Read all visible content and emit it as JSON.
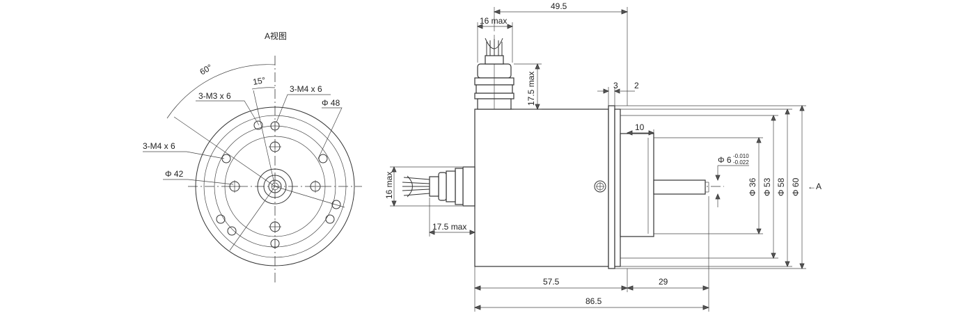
{
  "colors": {
    "line": "#333333",
    "background": "#ffffff"
  },
  "left_view": {
    "title": "A视图",
    "angle_60": "60°",
    "angle_15": "15°",
    "label_m3": "3-M3 x 6",
    "label_m4_top": "3-M4 x 6",
    "label_m4_left": "3-M4 x 6",
    "label_d48": "Φ 48",
    "label_d42": "Φ 42"
  },
  "side_view": {
    "dim_49_5": "49.5",
    "dim_16max_top": "16 max",
    "dim_17_5max_right": "17.5 max",
    "dim_3": "3",
    "dim_2": "2",
    "dim_10": "10",
    "dim_16max_left": "16 max",
    "dim_17_5max_bottom": "17.5 max",
    "dim_57_5": "57.5",
    "dim_29": "29",
    "dim_86_5": "86.5",
    "shaft_d6": "Φ 6",
    "tol_upper": "-0.010",
    "tol_lower": "-0.022",
    "dia_36": "Φ 36",
    "dia_53": "Φ 53",
    "dia_58": "Φ 58",
    "dia_60": "Φ 60",
    "arrow_a": "←A"
  }
}
